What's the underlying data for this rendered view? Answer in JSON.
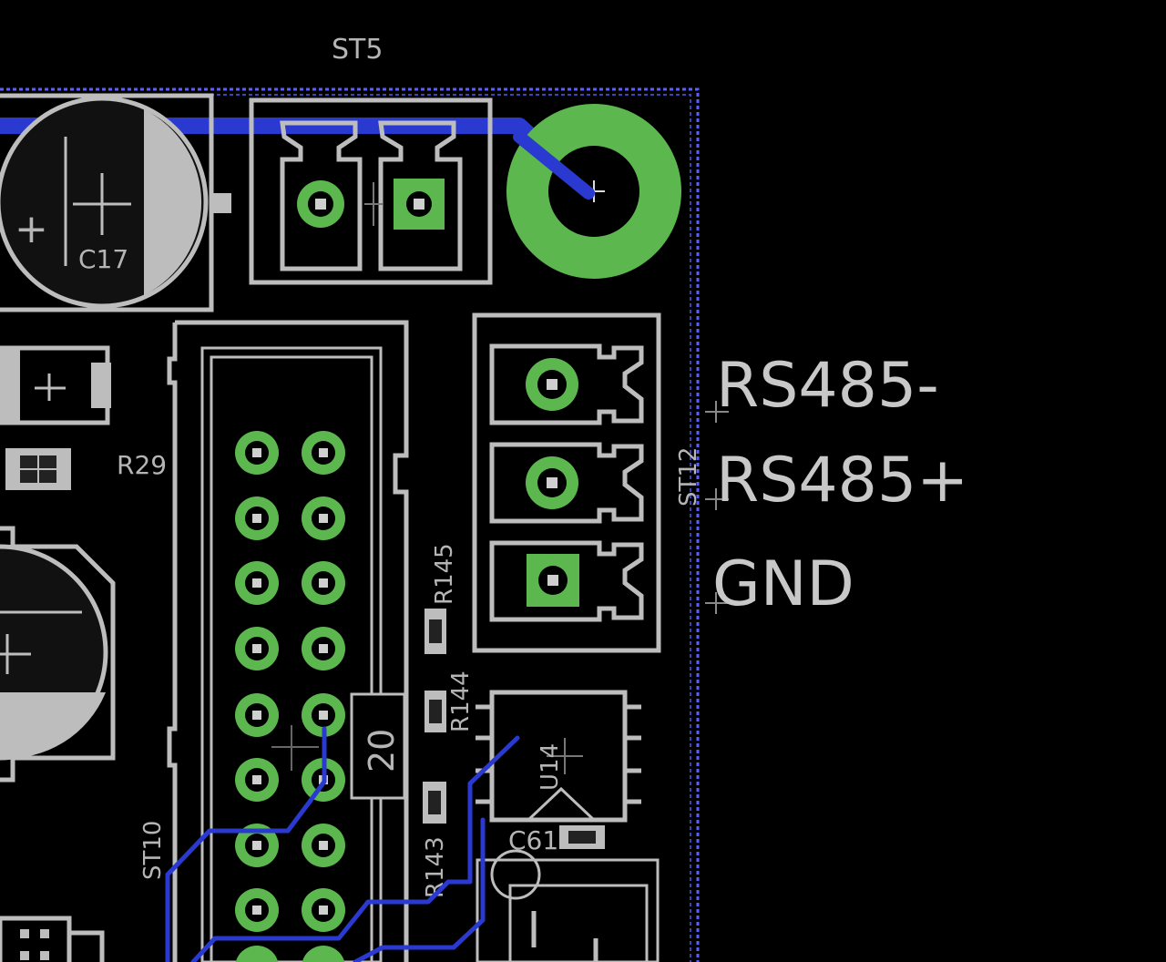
{
  "refdes": {
    "st5": "ST5",
    "c17": "C17",
    "r29": "R29",
    "st12": "ST12",
    "r145": "R145",
    "r144": "R144",
    "u14": "U14",
    "c61": "C61",
    "st10": "ST10",
    "r143": "R143",
    "pin20": "20"
  },
  "net_labels": {
    "rs485_minus": "RS485-",
    "rs485_plus": "RS485+",
    "gnd": "GND"
  },
  "symbols": {
    "plus": "+"
  },
  "colors": {
    "background": "#000000",
    "silkscreen": "#bdbdbd",
    "copper_pad": "#5cb84e",
    "trace": "#2a3ad0",
    "board_outline": "#5a60ff"
  }
}
